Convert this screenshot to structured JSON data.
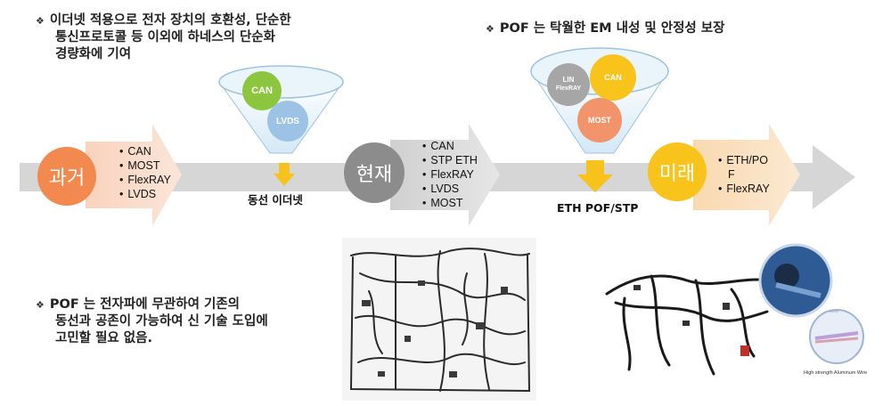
{
  "notes": {
    "top_left": {
      "lines": [
        "이더넷 적용으로 전자 장치의 호환성, 단순한",
        "통신프로토콜 등 이외에 하네스의 단순화",
        "경량화에 기여"
      ]
    },
    "top_right": {
      "prefix": "POF",
      "rest": " 는 탁월한 EM 내성 및 안정성 보장"
    },
    "bottom_left": {
      "line1_prefix": "POF",
      "line1_rest": " 는 전자파에 무관하여 기존의",
      "line2": "동선과 공존이 가능하여 신 기술 도입에",
      "line3": "고민할 필요 없음."
    }
  },
  "eras": [
    {
      "label": "과거",
      "color": "#f2894e",
      "items": [
        "CAN",
        "MOST",
        "FlexRAY",
        "LVDS"
      ]
    },
    {
      "label": "현재",
      "color": "#8c8c8c",
      "items": [
        "CAN",
        "STP ETH",
        "FlexRAY",
        "LVDS",
        "MOST"
      ]
    },
    {
      "label": "미래",
      "color": "#f8c31a",
      "items": [
        "ETH/PO",
        "F",
        "FlexRAY"
      ]
    }
  ],
  "funnels": [
    {
      "balls": [
        {
          "label": "CAN",
          "color": "#8cc63f"
        },
        {
          "label": "LVDS",
          "color": "#9cc3e6"
        }
      ],
      "output_label": "동선 이더넷"
    },
    {
      "balls": [
        {
          "label": "LIN",
          "label2": "FlexRAY",
          "color": "#a6a6a6"
        },
        {
          "label": "CAN",
          "color": "#f8c31a"
        },
        {
          "label": "MOST",
          "color": "#f1946b"
        }
      ],
      "output_label": "ETH POF/STP"
    }
  ],
  "photo_caption": "High strength Aluminum Wire",
  "colors": {
    "main_arrow": "#d6d6d6",
    "funnel_fill": "#ddeef8",
    "down_arrow": "#f7c21b"
  }
}
